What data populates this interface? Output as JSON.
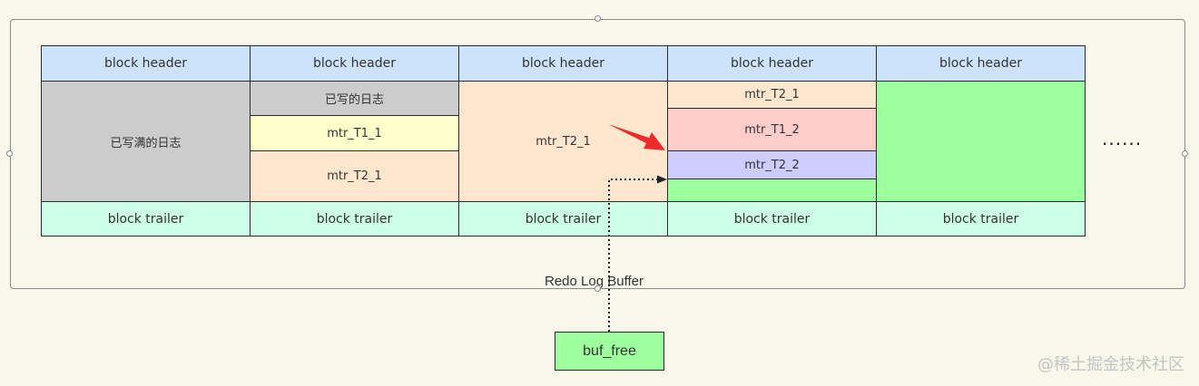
{
  "diagram": {
    "container_label": "Redo Log Buffer",
    "header_label": "block header",
    "trailer_label": "block trailer",
    "block1": {
      "content": "已写满的日志"
    },
    "block2": {
      "written": "已写的日志",
      "mtr1": "mtr_T1_1",
      "mtr2": "mtr_T2_1"
    },
    "block3": {
      "mtr": "mtr_T2_1"
    },
    "block4": {
      "mtr1": "mtr_T2_1",
      "mtr2": "mtr_T1_2",
      "mtr3": "mtr_T2_2"
    },
    "continuation": "......",
    "buf_free_label": "buf_free",
    "watermark": "@稀土掘金技术社区"
  },
  "colors": {
    "header": "#cce3fb",
    "trailer": "#ccffe6",
    "written_full": "#cccccc",
    "mtr_T2": "#ffe6cc",
    "mtr_T1_1": "#ffffcc",
    "mtr_T1_2": "#ffcccc",
    "mtr_T2_2": "#ccccff",
    "free_space": "#9dff9d",
    "arrow": "#ee2a2a"
  }
}
